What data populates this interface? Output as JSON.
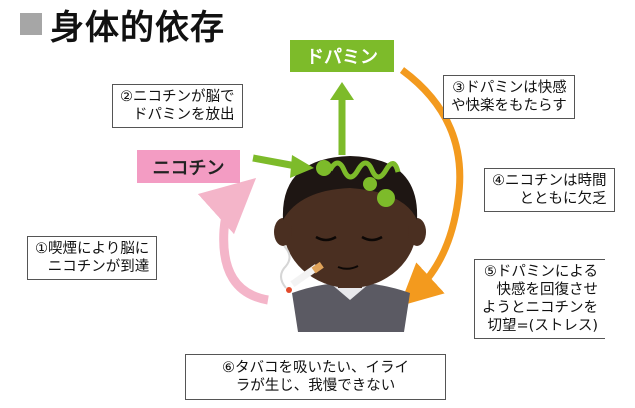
{
  "title": "身体的依存",
  "tags": {
    "dopamine": "ドパミン",
    "nicotine": "ニコチン"
  },
  "notes": {
    "step2": [
      "②ニコチンが脳で",
      "ドパミンを放出"
    ],
    "step3": [
      "③ドパミンは快感",
      "や快楽をもたらす"
    ],
    "step4": [
      "④ニコチンは時間",
      "とともに欠乏"
    ],
    "step1": [
      "①喫煙により脳に",
      "ニコチンが到達"
    ],
    "step5": [
      "⑤ドパミンによる",
      "快感を回復させ",
      "ようとニコチンを",
      "切望=(ストレス)"
    ],
    "step6": [
      "⑥タバコを吸いたい、イライ",
      "ラが生じ、我慢できない"
    ]
  },
  "colors": {
    "dopamine_green": "#7dbb2a",
    "nicotine_pink": "#f39cc3",
    "cycle_orange": "#f39a1e",
    "cycle_pink": "#f4b5c9"
  },
  "icons": {
    "figure": "smoking-man-illustration",
    "nerve": "dopamine-nerve-squiggle"
  }
}
